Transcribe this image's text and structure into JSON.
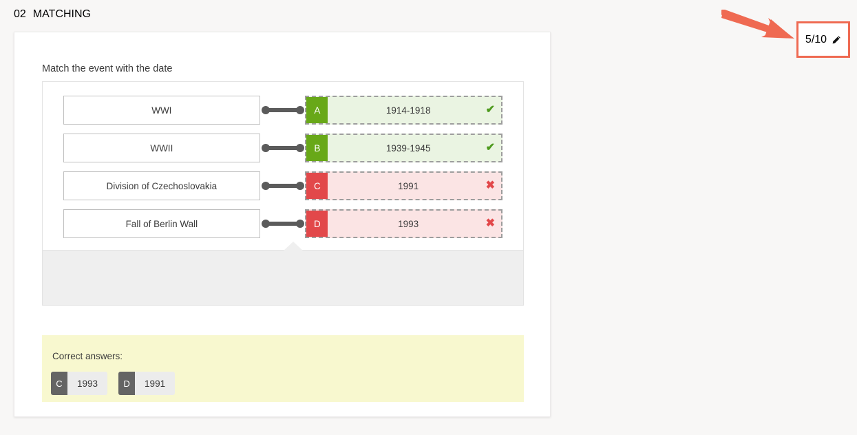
{
  "header": {
    "number": "02",
    "type": "MATCHING"
  },
  "score": {
    "value": "5/10",
    "edit_icon": "pencil-icon",
    "border_color": "#ef6a52",
    "arrow_color": "#ef6a52"
  },
  "question": {
    "prompt": "Match the event with the date",
    "rows": [
      {
        "left": "WWI",
        "letter": "A",
        "answer": "1914-1918",
        "state": "correct",
        "icon": "check-icon",
        "badge_color": "#68a818",
        "row_bg": "#eaf4e2"
      },
      {
        "left": "WWII",
        "letter": "B",
        "answer": "1939-1945",
        "state": "correct",
        "icon": "check-icon",
        "badge_color": "#68a818",
        "row_bg": "#eaf4e2"
      },
      {
        "left": "Division of Czechoslovakia",
        "letter": "C",
        "answer": "1991",
        "state": "incorrect",
        "icon": "cross-icon",
        "badge_color": "#e2484a",
        "row_bg": "#fbe4e4"
      },
      {
        "left": "Fall of Berlin Wall",
        "letter": "D",
        "answer": "1993",
        "state": "incorrect",
        "icon": "cross-icon",
        "badge_color": "#e2484a",
        "row_bg": "#fbe4e4"
      }
    ],
    "icons": {
      "tick": "✔",
      "cross": "✖"
    }
  },
  "correct_answers": {
    "title": "Correct answers:",
    "items": [
      {
        "letter": "C",
        "value": "1993"
      },
      {
        "letter": "D",
        "value": "1991"
      }
    ]
  }
}
